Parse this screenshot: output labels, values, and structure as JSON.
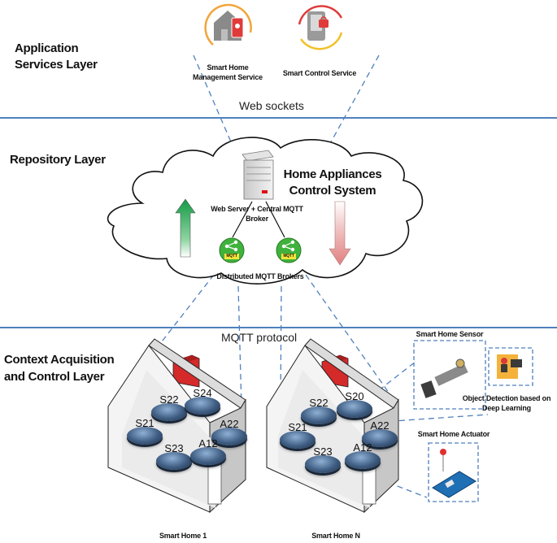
{
  "layers": {
    "application": "Application\nServices Layer",
    "repository": "Repository Layer",
    "context": "Context Acquisition\nand Control Layer"
  },
  "services": {
    "smart_home_mgmt": "Smart Home\nManagement Service",
    "smart_control": "Smart Control Service"
  },
  "protocols": {
    "web_sockets": "Web sockets",
    "mqtt": "MQTT protocol"
  },
  "cloud": {
    "title": "Home Appliances\nControl System",
    "server_label": "Web  Server + Central MQTT\nBroker",
    "brokers_label": "Distributed MQTT Brokers",
    "mqtt_badge": "MQTT"
  },
  "devices": {
    "sensor_title": "Smart Home Sensor",
    "object_detection": "Object Detection based on\nDeep Learning",
    "actuator_title": "Smart Home Actuator"
  },
  "homes": [
    {
      "name": "Smart Home 1",
      "nodes": [
        "S22",
        "S24",
        "S21",
        "A22",
        "S23",
        "A12"
      ]
    },
    {
      "name": "Smart Home N",
      "nodes": [
        "S22",
        "S20",
        "S21",
        "A22",
        "S23",
        "A12"
      ]
    }
  ],
  "colors": {
    "divider": "#4f81bd",
    "dashed": "#4f81bd",
    "arrow_up": "#1f9a4a",
    "arrow_down": "#e8a9a9",
    "chimney": "#d42a2a",
    "node": "#3a5678",
    "mqtt_badge": "#3fb23c",
    "service_ring": "#f2a53a"
  }
}
